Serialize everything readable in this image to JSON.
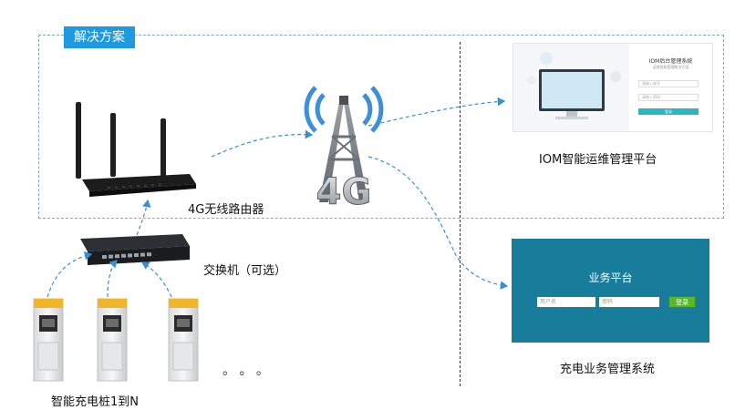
{
  "solution_tag": "解决方案",
  "router_label": "4G无线路由器",
  "switch_label": "交换机（可选）",
  "chargers_label": "智能充电桩1到N",
  "ellipsis": "。 。 。",
  "tower_label": "4G",
  "iom": {
    "caption": "IOM智能运维管理平台",
    "panel_title": "IOM后台管理系统",
    "panel_subtitle": "运维智能管理解决方案",
    "field_user": "请输入账号",
    "field_pass": "请输入密码",
    "login": "登录"
  },
  "biz": {
    "caption": "充电业务管理系统",
    "panel_title": "业务平台",
    "user_placeholder": "用户名",
    "pass_placeholder": "密码",
    "login": "登录"
  },
  "colors": {
    "tag_blue": "#1e9be0",
    "biz_bg": "#177d9a",
    "login_green": "#58b82a",
    "arrow": "#3a8fd0"
  }
}
